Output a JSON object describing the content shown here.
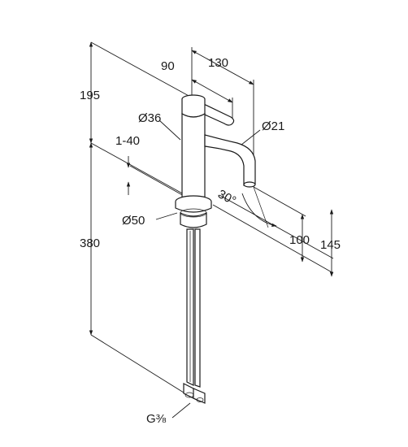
{
  "diagram": {
    "dimensions": {
      "d195": "195",
      "d90": "90",
      "d130": "130",
      "d36": "Ø36",
      "d21": "Ø21",
      "d1_40": "1-40",
      "d30": "30°",
      "d50": "Ø50",
      "d380": "380",
      "d100": "100",
      "d145": "145",
      "thread": "G⅜"
    }
  }
}
